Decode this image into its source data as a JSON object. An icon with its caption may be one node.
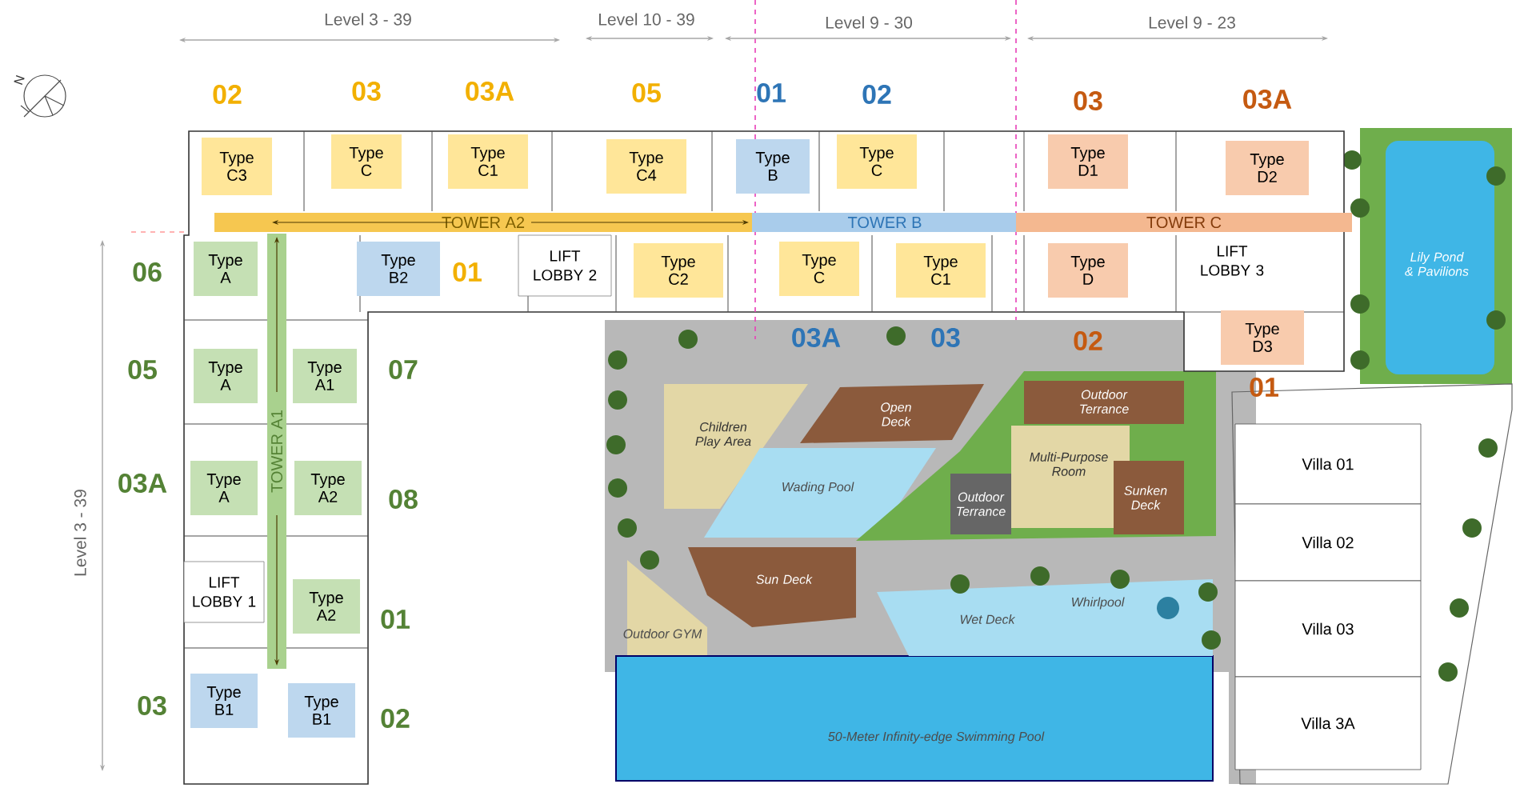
{
  "diagram": {
    "nodes": [
      {
        "text": [
          "Type C3"
        ],
        "beside": [
          "02"
        ]
      },
      {
        "text": [
          "Type C"
        ],
        "beside": [
          "03"
        ]
      },
      {
        "text": [
          "Type C1"
        ],
        "beside": [
          "03A"
        ]
      },
      {
        "text": [
          "Type C4"
        ],
        "beside": [
          "05"
        ]
      },
      {
        "text": [
          "Type B"
        ],
        "beside": [
          "01"
        ]
      },
      {
        "text": [
          "Type C"
        ],
        "beside": [
          "02"
        ]
      },
      {
        "text": [
          "Type D1"
        ],
        "beside": [
          "03"
        ]
      },
      {
        "text": [
          "Type D2"
        ],
        "beside": [
          "03A"
        ]
      },
      {
        "text": [
          "TOWER A2"
        ]
      },
      {
        "text": [
          "TOWER B"
        ]
      },
      {
        "text": [
          "TOWER C"
        ]
      },
      {
        "text": [
          "Type B2"
        ],
        "beside": [
          "01"
        ]
      },
      {
        "text": [
          "LIFT LOBBY 2"
        ]
      },
      {
        "text": [
          "Type C2"
        ]
      },
      {
        "text": [
          "Type C"
        ],
        "beside": [
          "03A"
        ]
      },
      {
        "text": [
          "Type C1"
        ],
        "beside": [
          "03"
        ]
      },
      {
        "text": [
          "Type D"
        ],
        "beside": [
          "02"
        ]
      },
      {
        "text": [
          "LIFT LOBBY 3"
        ]
      },
      {
        "text": [
          "Type D3"
        ],
        "beside": [
          "01"
        ]
      },
      {
        "text": [
          "TOWER A1"
        ]
      },
      {
        "text": [
          "Type A"
        ],
        "beside": [
          "06"
        ]
      },
      {
        "text": [
          "Type A"
        ],
        "beside": [
          "05"
        ]
      },
      {
        "text": [
          "Type A1"
        ],
        "beside": [
          "07"
        ]
      },
      {
        "text": [
          "Type A"
        ],
        "beside": [
          "03A"
        ]
      },
      {
        "text": [
          "Type A2"
        ],
        "beside": [
          "08"
        ]
      },
      {
        "text": [
          "LIFT LOBBY 1"
        ]
      },
      {
        "text": [
          "Type A2"
        ],
        "beside": [
          "01"
        ]
      },
      {
        "text": [
          "Type B1"
        ],
        "beside": [
          "03"
        ]
      },
      {
        "text": [
          "Type B1"
        ],
        "beside": [
          "02"
        ]
      },
      {
        "text": [
          "Children Play Area"
        ]
      },
      {
        "text": [
          "Open Deck"
        ]
      },
      {
        "text": [
          "Wading Pool"
        ]
      },
      {
        "text": [
          "Outdoor Terrance"
        ]
      },
      {
        "text": [
          "Multi-Purpose Room"
        ]
      },
      {
        "text": [
          "Outdoor Terrance"
        ]
      },
      {
        "text": [
          "Sunken Deck"
        ]
      },
      {
        "text": [
          "Sun Deck"
        ]
      },
      {
        "text": [
          "Outdoor GYM"
        ]
      },
      {
        "text": [
          "Wet Deck"
        ]
      },
      {
        "text": [
          "Whirlpool"
        ]
      },
      {
        "text": [
          "50-Meter Infinity-edge Swimming Pool"
        ]
      },
      {
        "text": [
          "Lily Pond & Pavilions"
        ]
      },
      {
        "text": [
          "Villa 01"
        ]
      },
      {
        "text": [
          "Villa 02"
        ]
      },
      {
        "text": [
          "Villa 03"
        ]
      },
      {
        "text": [
          "Villa 3A"
        ]
      }
    ],
    "labels": [
      "Level 3 - 39",
      "Level 10 - 39",
      "Level 9 - 30",
      "Level 9 - 23",
      "N",
      "Level 3 - 39"
    ]
  }
}
